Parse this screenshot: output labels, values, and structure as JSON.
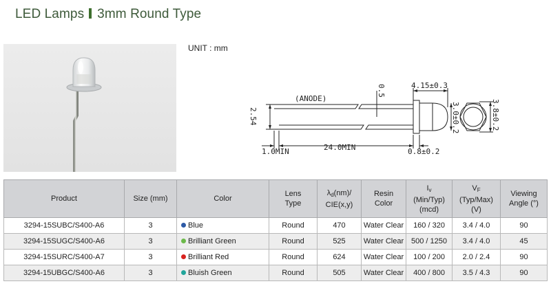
{
  "header": {
    "title_left": "LED Lamps",
    "title_right": "3mm Round Type"
  },
  "unit_label": "UNIT : mm",
  "diagram": {
    "anode": "(ANODE)",
    "lead_offset": "0.5",
    "body_length": "4.15±0.3",
    "lens_diameter": "3.0±0.2",
    "flange_diameter": "3.8±0.2",
    "lead_pitch": "2.54",
    "min_short": "1.0MIN",
    "lead_length": "24.0MIN",
    "flange_thickness": "0.8±0.2"
  },
  "table": {
    "headers": {
      "product": "Product",
      "size": "Size (mm)",
      "color": "Color",
      "lens_type_1": "Lens",
      "lens_type_2": "Type",
      "wl_lambda": "λ",
      "wl_sub": "d",
      "wl_unit": "(nm)/",
      "wl_cie": "CIE(x,y)",
      "resin_1": "Resin",
      "resin_2": "Color",
      "iv_sym": "I",
      "iv_sub": "v",
      "iv_2": "(Min/Typ)",
      "iv_3": "(mcd)",
      "vf_sym": "V",
      "vf_sub": "F",
      "vf_2": "(Typ/Max)",
      "vf_3": "(V)",
      "angle_1": "Viewing",
      "angle_2": "Angle (°)"
    },
    "rows": [
      {
        "product": "3294-15SUBC/S400-A6",
        "size": "3",
        "color": "Blue",
        "dot": "#2d5aa6",
        "lens": "Round",
        "wavelength": "470",
        "resin": "Water Clear",
        "iv": "160 / 320",
        "vf": "3.4 / 4.0",
        "angle": "90"
      },
      {
        "product": "3294-15SUGC/S400-A6",
        "size": "3",
        "color": "Brilliant Green",
        "dot": "#6cb94a",
        "lens": "Round",
        "wavelength": "525",
        "resin": "Water Clear",
        "iv": "500 / 1250",
        "vf": "3.4 / 4.0",
        "angle": "45"
      },
      {
        "product": "3294-15SURC/S400-A7",
        "size": "3",
        "color": "Brilliant Red",
        "dot": "#d8231f",
        "lens": "Round",
        "wavelength": "624",
        "resin": "Water Clear",
        "iv": "100 / 200",
        "vf": "2.0 / 2.4",
        "angle": "90"
      },
      {
        "product": "3294-15UBGC/S400-A6",
        "size": "3",
        "color": "Bluish Green",
        "dot": "#21a59b",
        "lens": "Round",
        "wavelength": "505",
        "resin": "Water Clear",
        "iv": "400 / 800",
        "vf": "3.5 / 4.3",
        "angle": "90"
      }
    ]
  }
}
